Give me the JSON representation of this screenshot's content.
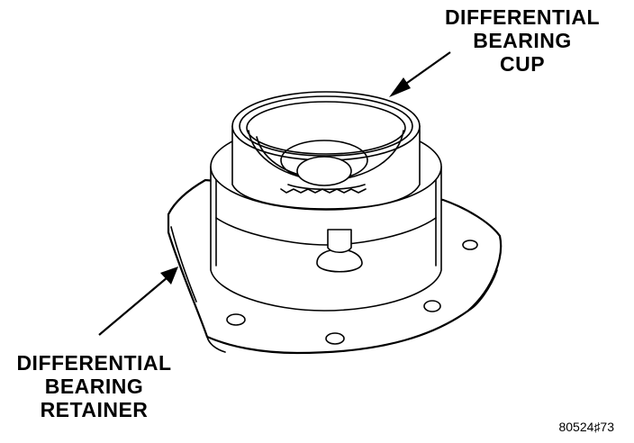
{
  "labels": {
    "cup": [
      "DIFFERENTIAL",
      "BEARING",
      "CUP"
    ],
    "retainer": [
      "DIFFERENTIAL",
      "BEARING",
      "RETAINER"
    ]
  },
  "figure_number": "80524♯73"
}
